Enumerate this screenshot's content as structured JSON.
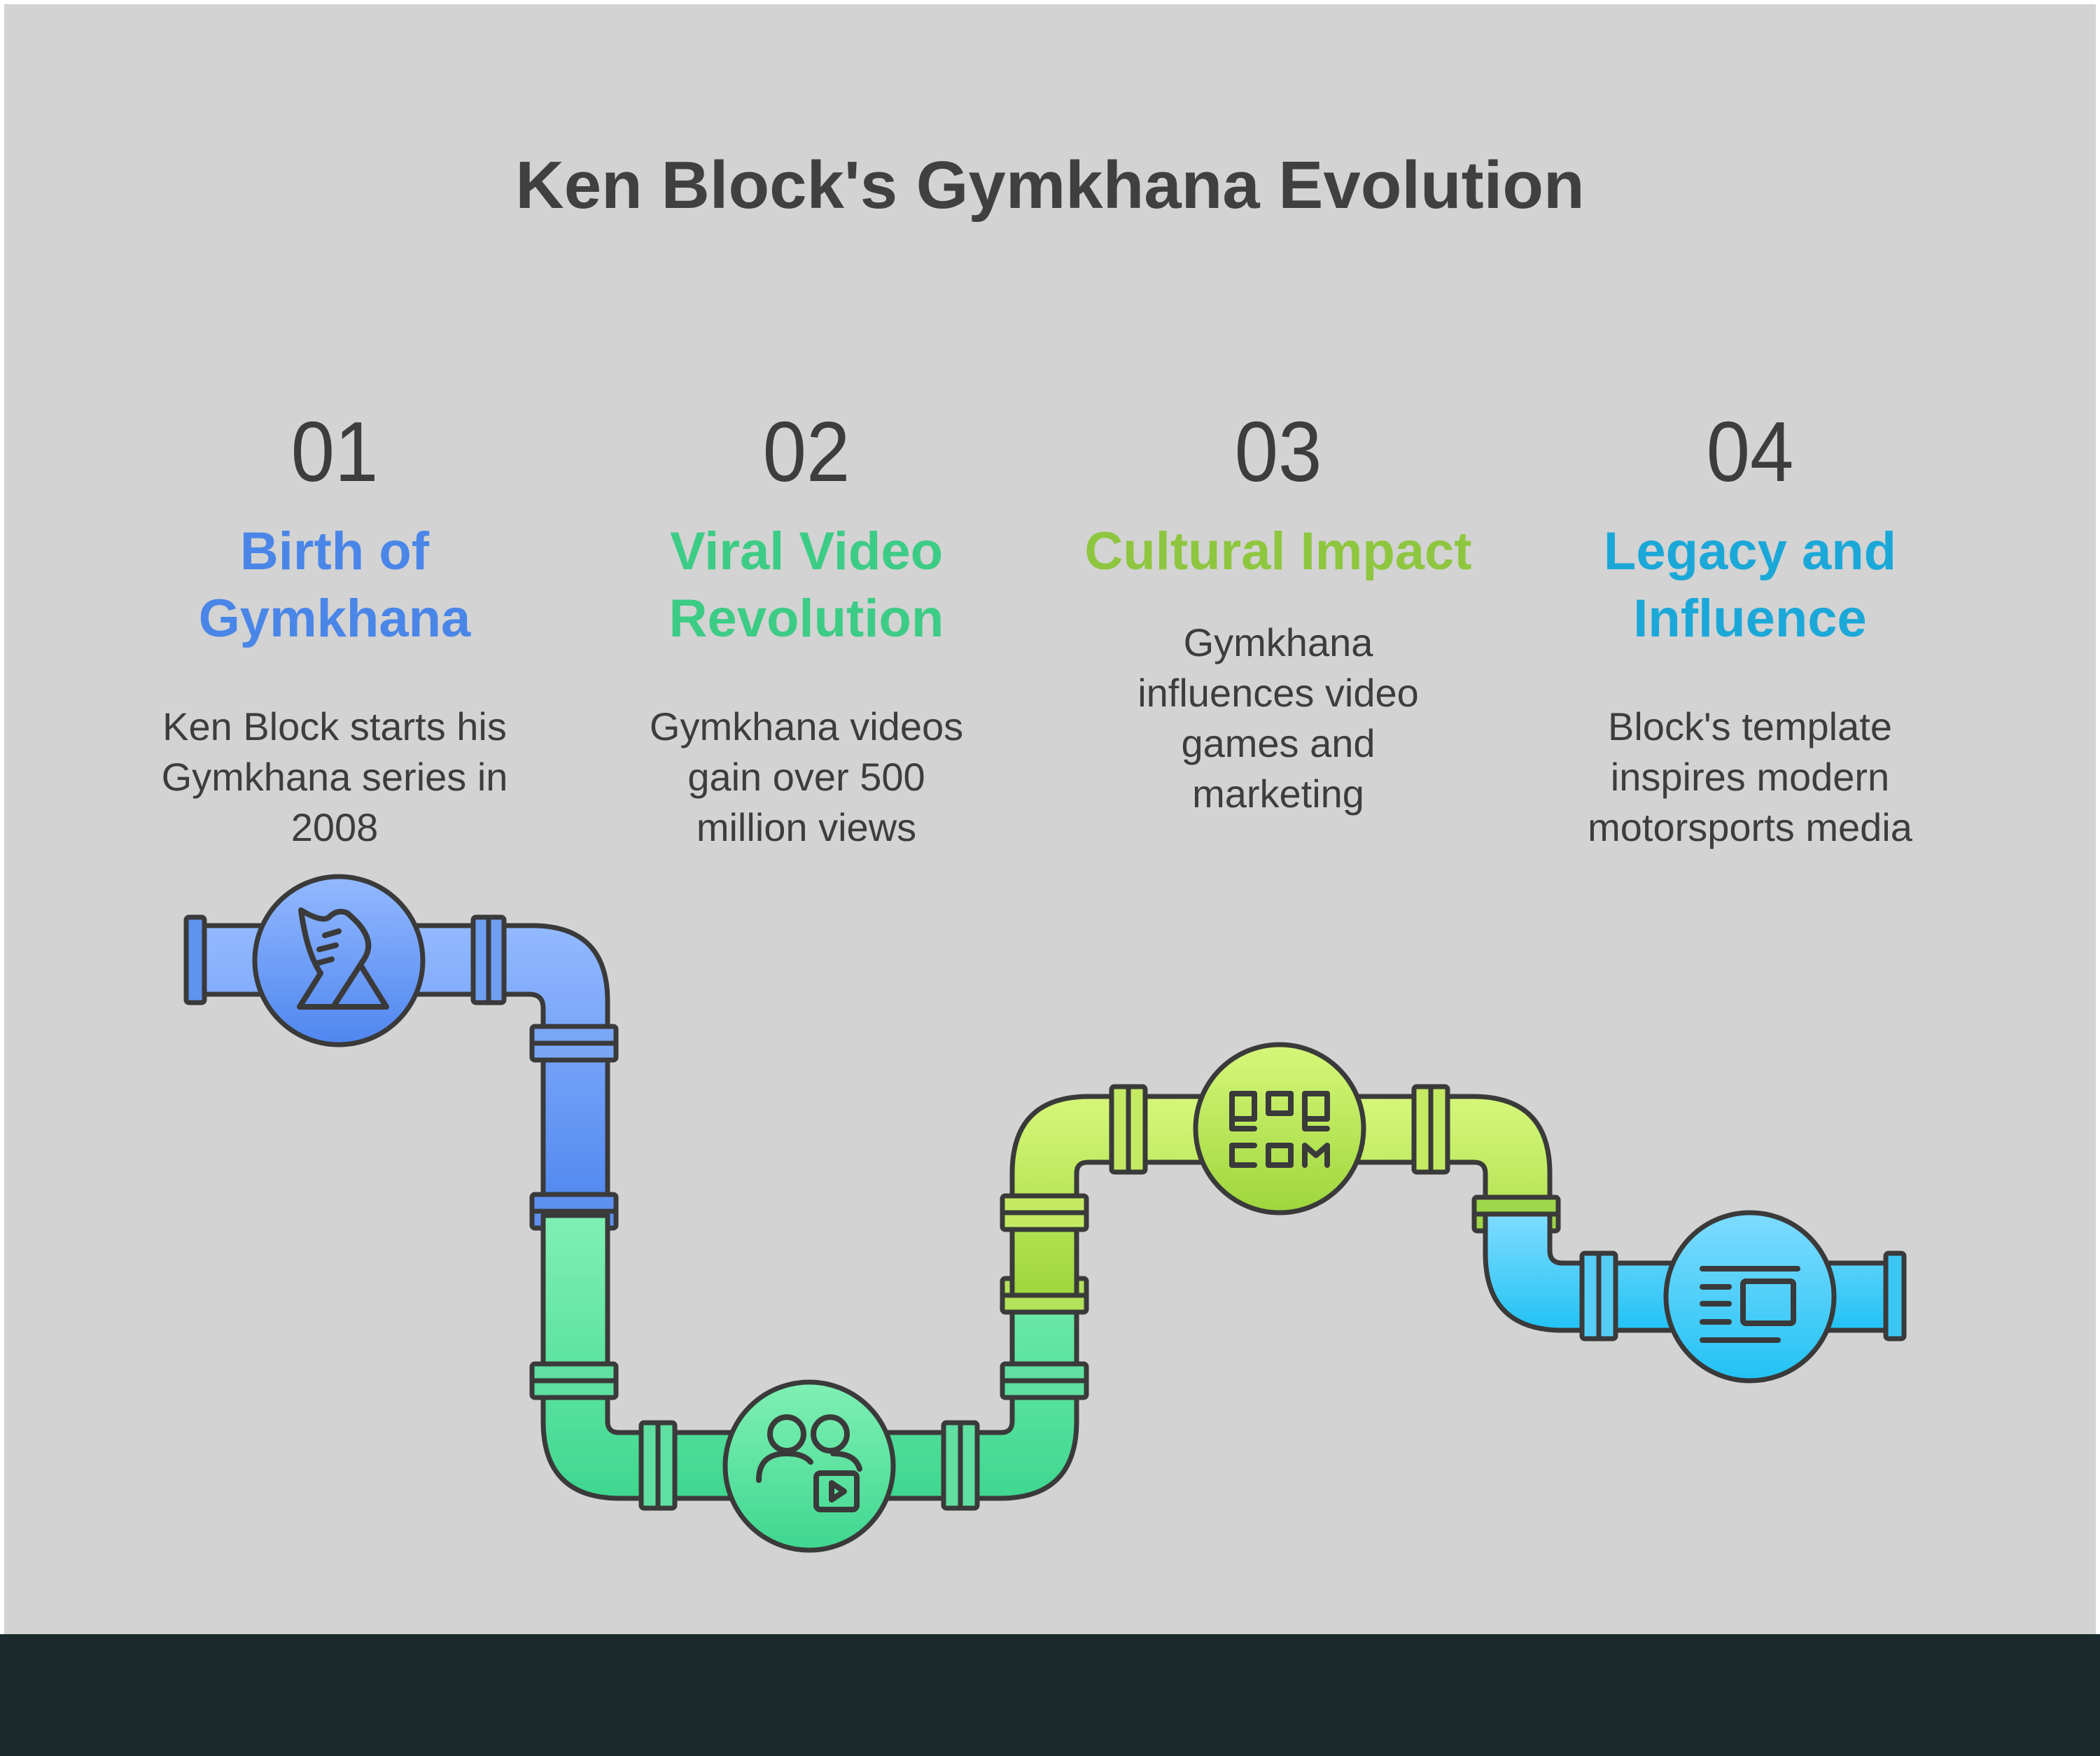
{
  "title": "Ken Block's Gymkhana Evolution",
  "colors": {
    "background": "#d3d3d3",
    "footer": "#1b2a2d",
    "text": "#404040",
    "outline": "#3a3a3a"
  },
  "steps": [
    {
      "number": "01",
      "title": "Birth of Gymkhana",
      "description": "Ken Block starts his Gymkhana series in 2008",
      "color": "#4a86e8",
      "icon": "sneaker-icon"
    },
    {
      "number": "02",
      "title": "Viral Video Revolution",
      "description": "Gymkhana videos gain over 500 million views",
      "color": "#3dcc85",
      "icon": "users-video-icon"
    },
    {
      "number": "03",
      "title": "Cultural Impact",
      "description": "Gymkhana influences video games and marketing",
      "color": "#8ec63f",
      "icon": "qr-code-icon"
    },
    {
      "number": "04",
      "title": "Legacy and Influence",
      "description": "Block's template inspires modern motorsports media",
      "color": "#1ba8d8",
      "icon": "media-article-icon"
    }
  ]
}
